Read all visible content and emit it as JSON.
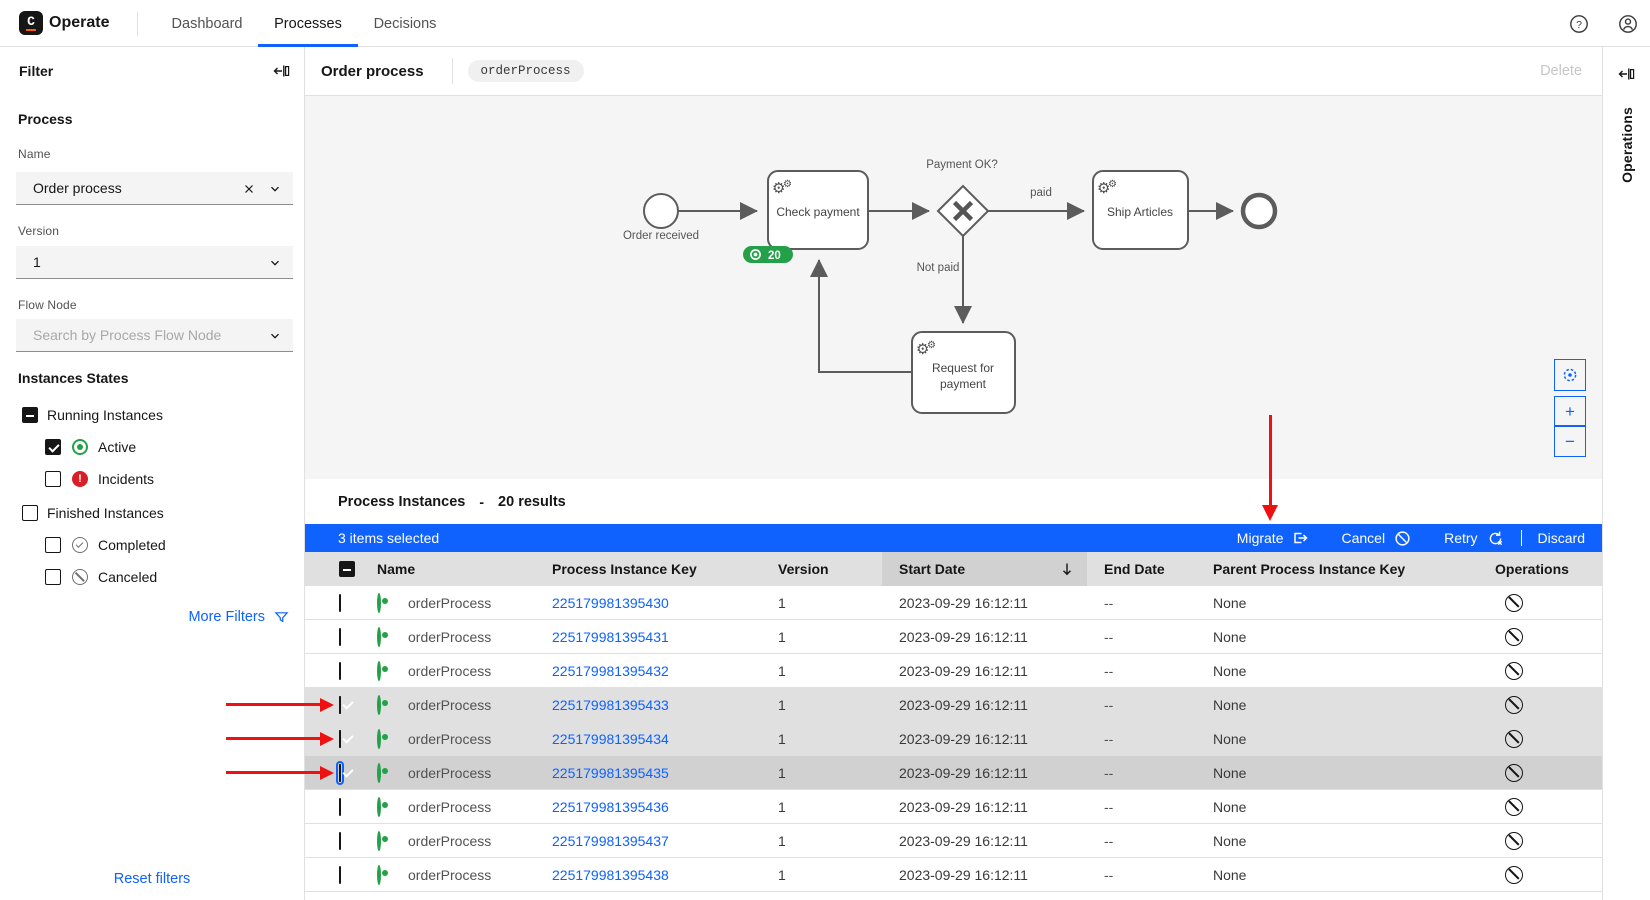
{
  "topnav": {
    "brand": "Operate",
    "logo_letter": "C",
    "tabs": [
      {
        "label": "Dashboard",
        "active": false
      },
      {
        "label": "Processes",
        "active": true
      },
      {
        "label": "Decisions",
        "active": false
      }
    ]
  },
  "filter_panel": {
    "title": "Filter",
    "process_section_title": "Process",
    "name_label": "Name",
    "name_value": "Order process",
    "version_label": "Version",
    "version_value": "1",
    "flow_node_label": "Flow Node",
    "flow_node_placeholder": "Search by Process Flow Node",
    "states_title": "Instances States",
    "states": {
      "running": {
        "label": "Running Instances",
        "checkbox": "indeterminate"
      },
      "active": {
        "label": "Active",
        "checkbox": "checked"
      },
      "incidents": {
        "label": "Incidents",
        "checkbox": "unchecked"
      },
      "finished": {
        "label": "Finished Instances",
        "checkbox": "unchecked"
      },
      "completed": {
        "label": "Completed",
        "checkbox": "unchecked"
      },
      "canceled": {
        "label": "Canceled",
        "checkbox": "unchecked"
      }
    },
    "more_filters_label": "More Filters",
    "reset_filters_label": "Reset filters"
  },
  "process_header": {
    "title": "Order process",
    "badge": "orderProcess",
    "delete_label": "Delete"
  },
  "diagram": {
    "start_event_label": "Order received",
    "check_payment_label": "Check payment",
    "gateway_label": "Payment OK?",
    "paid_label": "paid",
    "not_paid_label": "Not paid",
    "ship_articles_label": "Ship Articles",
    "request_line1": "Request for",
    "request_line2": "payment",
    "instance_count": "20"
  },
  "instances": {
    "title": "Process Instances",
    "separator": "-",
    "results_text": "20 results",
    "selected_text": "3 items selected",
    "actions": {
      "migrate": "Migrate",
      "cancel": "Cancel",
      "retry": "Retry",
      "discard": "Discard"
    },
    "columns": {
      "name": "Name",
      "key": "Process Instance Key",
      "version": "Version",
      "start": "Start Date",
      "end": "End Date",
      "parent": "Parent Process Instance Key",
      "operations": "Operations"
    },
    "sort": {
      "column": "Start Date",
      "direction": "descending"
    },
    "rows": [
      {
        "name": "orderProcess",
        "key": "225179981395430",
        "version": "1",
        "start": "2023-09-29 16:12:11",
        "end": "--",
        "parent": "None",
        "selected": false,
        "focused": false
      },
      {
        "name": "orderProcess",
        "key": "225179981395431",
        "version": "1",
        "start": "2023-09-29 16:12:11",
        "end": "--",
        "parent": "None",
        "selected": false,
        "focused": false
      },
      {
        "name": "orderProcess",
        "key": "225179981395432",
        "version": "1",
        "start": "2023-09-29 16:12:11",
        "end": "--",
        "parent": "None",
        "selected": false,
        "focused": false
      },
      {
        "name": "orderProcess",
        "key": "225179981395433",
        "version": "1",
        "start": "2023-09-29 16:12:11",
        "end": "--",
        "parent": "None",
        "selected": true,
        "focused": false
      },
      {
        "name": "orderProcess",
        "key": "225179981395434",
        "version": "1",
        "start": "2023-09-29 16:12:11",
        "end": "--",
        "parent": "None",
        "selected": true,
        "focused": false
      },
      {
        "name": "orderProcess",
        "key": "225179981395435",
        "version": "1",
        "start": "2023-09-29 16:12:11",
        "end": "--",
        "parent": "None",
        "selected": true,
        "focused": true
      },
      {
        "name": "orderProcess",
        "key": "225179981395436",
        "version": "1",
        "start": "2023-09-29 16:12:11",
        "end": "--",
        "parent": "None",
        "selected": false,
        "focused": false
      },
      {
        "name": "orderProcess",
        "key": "225179981395437",
        "version": "1",
        "start": "2023-09-29 16:12:11",
        "end": "--",
        "parent": "None",
        "selected": false,
        "focused": false
      },
      {
        "name": "orderProcess",
        "key": "225179981395438",
        "version": "1",
        "start": "2023-09-29 16:12:11",
        "end": "--",
        "parent": "None",
        "selected": false,
        "focused": false
      }
    ]
  },
  "operations_panel": {
    "title": "Operations"
  },
  "colors": {
    "accent_blue": "#0f62fe",
    "state_green": "#24a148",
    "incident_red": "#da1e28",
    "annotation_red": "#ee1111",
    "selection_bar": "#0f62fe"
  }
}
